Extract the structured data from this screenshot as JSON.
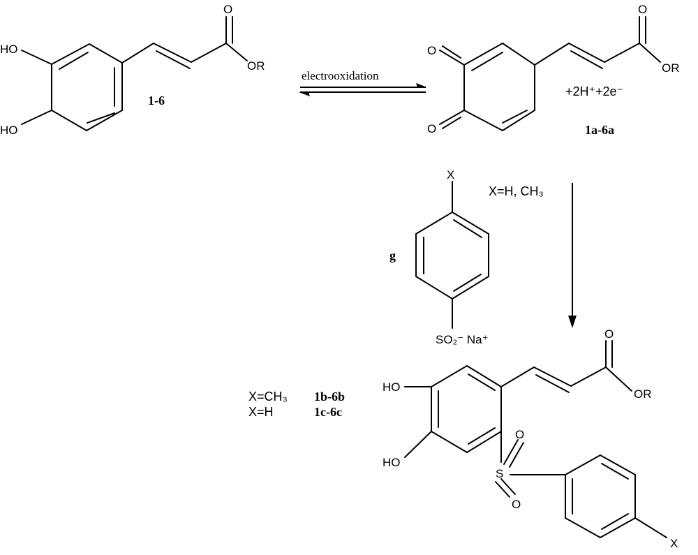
{
  "reactant": {
    "label": "1-6",
    "atoms": {
      "oh_top": "HO",
      "oh_bottom": "HO",
      "carbonyl_o": "O",
      "ester": "OR"
    }
  },
  "equilibrium": {
    "text": "electrooxidation"
  },
  "quinone": {
    "label": "1a-6a",
    "byproduct": "+2H⁺+2e⁻",
    "atoms": {
      "o_top": "O",
      "o_bottom": "O",
      "carbonyl_o": "O",
      "ester": "OR"
    }
  },
  "reagent": {
    "label": "g",
    "substituent": "X",
    "salt": "SO₂⁻ Na⁺",
    "condition": "X=H, CH₃"
  },
  "product": {
    "variants": [
      {
        "x": "X=CH₃",
        "label": "1b-6b"
      },
      {
        "x": "X=H",
        "label": "1c-6c"
      }
    ],
    "atoms": {
      "oh_top": "HO",
      "oh_bottom": "HO",
      "carbonyl_o": "O",
      "ester": "OR",
      "sulfur": "S",
      "so_top": "O",
      "so_bottom": "O",
      "substituent": "X"
    }
  }
}
